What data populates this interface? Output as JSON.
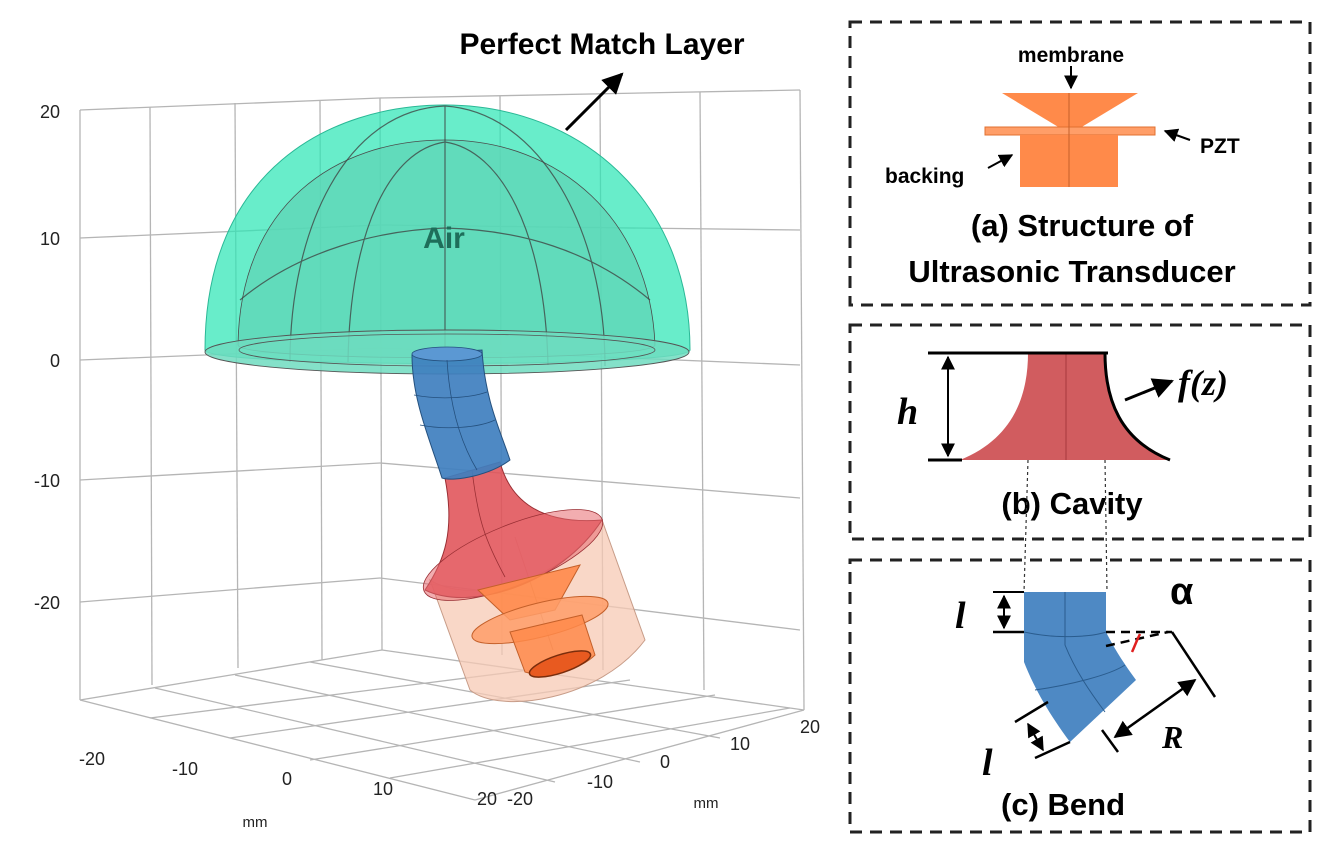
{
  "plot": {
    "z_ticks": [
      "20",
      "10",
      "0",
      "-10",
      "-20"
    ],
    "x_ticks": [
      "-20",
      "-10",
      "0",
      "10",
      "20"
    ],
    "y_ticks": [
      "-20",
      "-10",
      "0",
      "10",
      "20"
    ],
    "x_unit": "mm",
    "y_unit": "mm",
    "pml_label": "Perfect Match Layer",
    "air_label": "Air",
    "colors": {
      "pml": "#2ee6b6",
      "air": "#5fd6b7",
      "bend": "#3f7fbf",
      "cavity": "#e05258",
      "transducer": "#ff8a4a",
      "housing": "#f7c9b4"
    }
  },
  "panel_a": {
    "membrane": "membrane",
    "pzt": "PZT",
    "backing": "backing",
    "caption_line1": "(a)  Structure of",
    "caption_line2": "Ultrasonic Transducer"
  },
  "panel_b": {
    "h": "h",
    "fz": "f(z)",
    "caption": "(b)  Cavity"
  },
  "panel_c": {
    "l_top": "l",
    "alpha": "α",
    "l_bottom": "l",
    "R": "R",
    "caption": "(c)  Bend"
  }
}
